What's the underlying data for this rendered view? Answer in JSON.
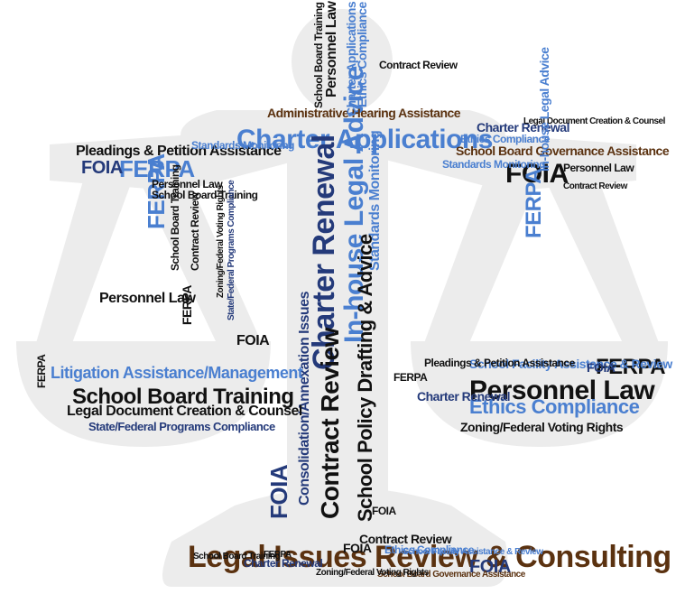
{
  "colors": {
    "silhouette": "#ececec",
    "black": "#111111",
    "blue": "#4a7fd0",
    "navy": "#243a7a",
    "brown": "#5b3210"
  },
  "silhouette_icon": "scales-of-justice-icon",
  "words": [
    {
      "text": "Charter Applications",
      "color": "blue"
    },
    {
      "text": "Charter Renewal",
      "color": "navy"
    },
    {
      "text": "In-house Legal Advice",
      "color": "blue"
    },
    {
      "text": "Standards Monitoring",
      "color": "blue"
    },
    {
      "text": "Consolidation/Annexation Issues",
      "color": "navy"
    },
    {
      "text": "Contract Review",
      "color": "black"
    },
    {
      "text": "School Policy Drafting & Advice",
      "color": "black"
    },
    {
      "text": "Legal Issues Review & Consulting",
      "color": "brown"
    },
    {
      "text": "FOIA",
      "color": "navy"
    },
    {
      "text": "FOIA",
      "color": "black"
    },
    {
      "text": "FERPA",
      "color": "blue"
    },
    {
      "text": "FERPA",
      "color": "black"
    },
    {
      "text": "Personnel Law",
      "color": "black"
    },
    {
      "text": "School Board Training",
      "color": "black"
    },
    {
      "text": "Litigation Assistance/Management",
      "color": "blue"
    },
    {
      "text": "Legal Document Creation & Counsel",
      "color": "black"
    },
    {
      "text": "State/Federal Programs Compliance",
      "color": "navy"
    },
    {
      "text": "Ethics Compliance",
      "color": "blue"
    },
    {
      "text": "Zoning/Federal Voting Rights",
      "color": "black"
    },
    {
      "text": "School Facility Assistance & Review",
      "color": "blue"
    },
    {
      "text": "Pleadings & Petition Assistance",
      "color": "black"
    },
    {
      "text": "School Board Governance Assistance",
      "color": "brown"
    },
    {
      "text": "Administrative Hearing Assistance",
      "color": "brown"
    }
  ]
}
